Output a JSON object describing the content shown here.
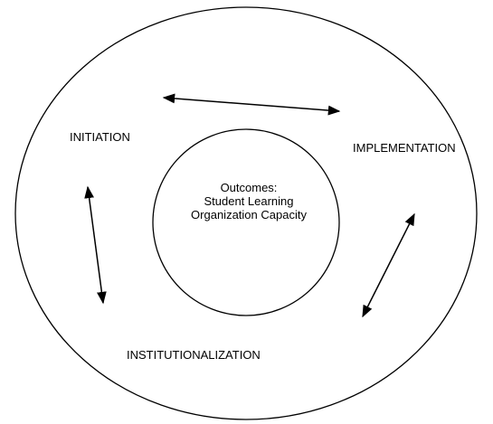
{
  "stages": {
    "initiation": "INITIATION",
    "implementation": "IMPLEMENTATION",
    "institutionalization": "INSTITUTIONALIZATION"
  },
  "center": {
    "line1": "Outcomes:",
    "line2": "Student Learning",
    "line3": "Organization Capacity"
  },
  "colors": {
    "stroke": "#000000",
    "background": "#ffffff"
  }
}
